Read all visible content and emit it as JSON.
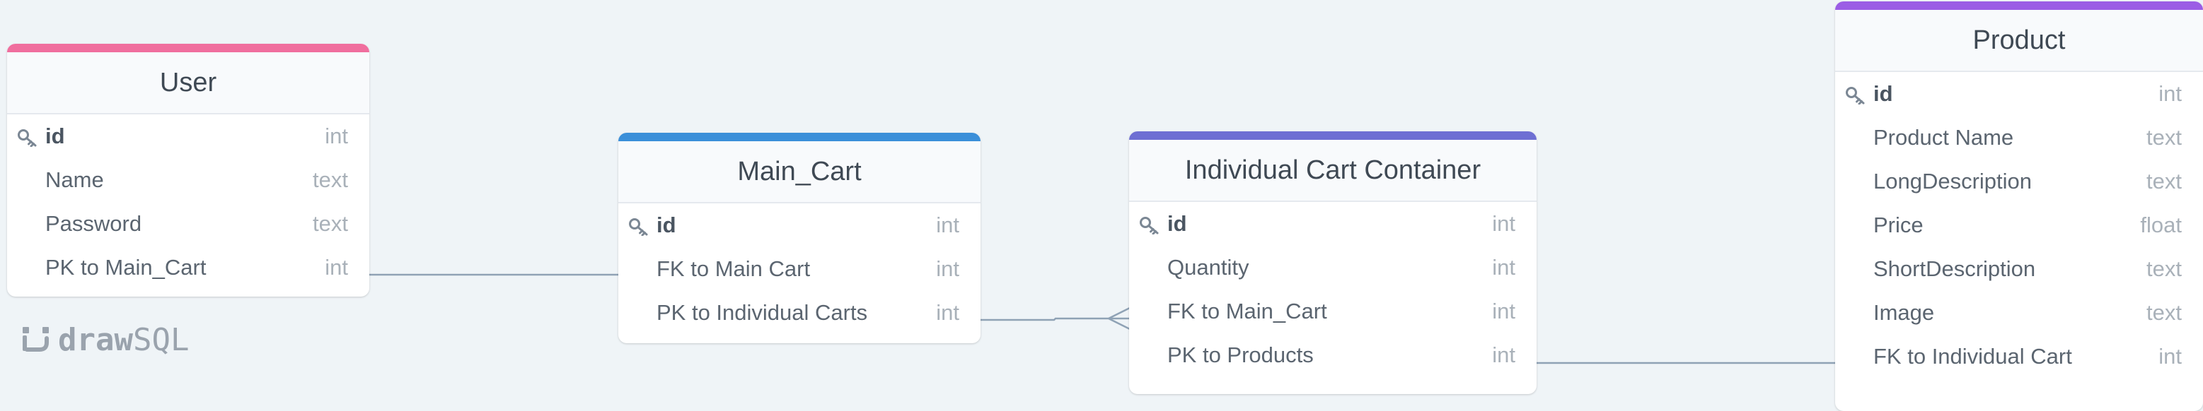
{
  "colors": {
    "user": "#f06e9e",
    "main_cart": "#3b8fd9",
    "individual": "#6e6fd3",
    "product": "#9b5de5",
    "connector": "#8fa2b5",
    "background": "#eff4f7"
  },
  "tables": {
    "user": {
      "title": "User",
      "fields": [
        {
          "name": "id",
          "type": "int",
          "pk": true
        },
        {
          "name": "Name",
          "type": "text"
        },
        {
          "name": "Password",
          "type": "text"
        },
        {
          "name": "PK to Main_Cart",
          "type": "int"
        }
      ]
    },
    "main_cart": {
      "title": "Main_Cart",
      "fields": [
        {
          "name": "id",
          "type": "int",
          "pk": true
        },
        {
          "name": "FK to Main Cart",
          "type": "int"
        },
        {
          "name": "PK to Individual Carts",
          "type": "int"
        }
      ]
    },
    "individual": {
      "title": "Individual Cart Container",
      "fields": [
        {
          "name": "id",
          "type": "int",
          "pk": true
        },
        {
          "name": "Quantity",
          "type": "int"
        },
        {
          "name": "FK to Main_Cart",
          "type": "int"
        },
        {
          "name": "PK to Products",
          "type": "int"
        }
      ]
    },
    "product": {
      "title": "Product",
      "fields": [
        {
          "name": "id",
          "type": "int",
          "pk": true
        },
        {
          "name": "Product Name",
          "type": "text"
        },
        {
          "name": "LongDescription",
          "type": "text"
        },
        {
          "name": "Price",
          "type": "float"
        },
        {
          "name": "ShortDescription",
          "type": "text"
        },
        {
          "name": "Image",
          "type": "text"
        },
        {
          "name": "FK to Individual Cart",
          "type": "int"
        }
      ]
    }
  },
  "logo": {
    "word_bold": "draw",
    "word_light": "SQL",
    "icon": "drawsql-logo-icon"
  },
  "icons": {
    "primary_key": "key-icon"
  }
}
